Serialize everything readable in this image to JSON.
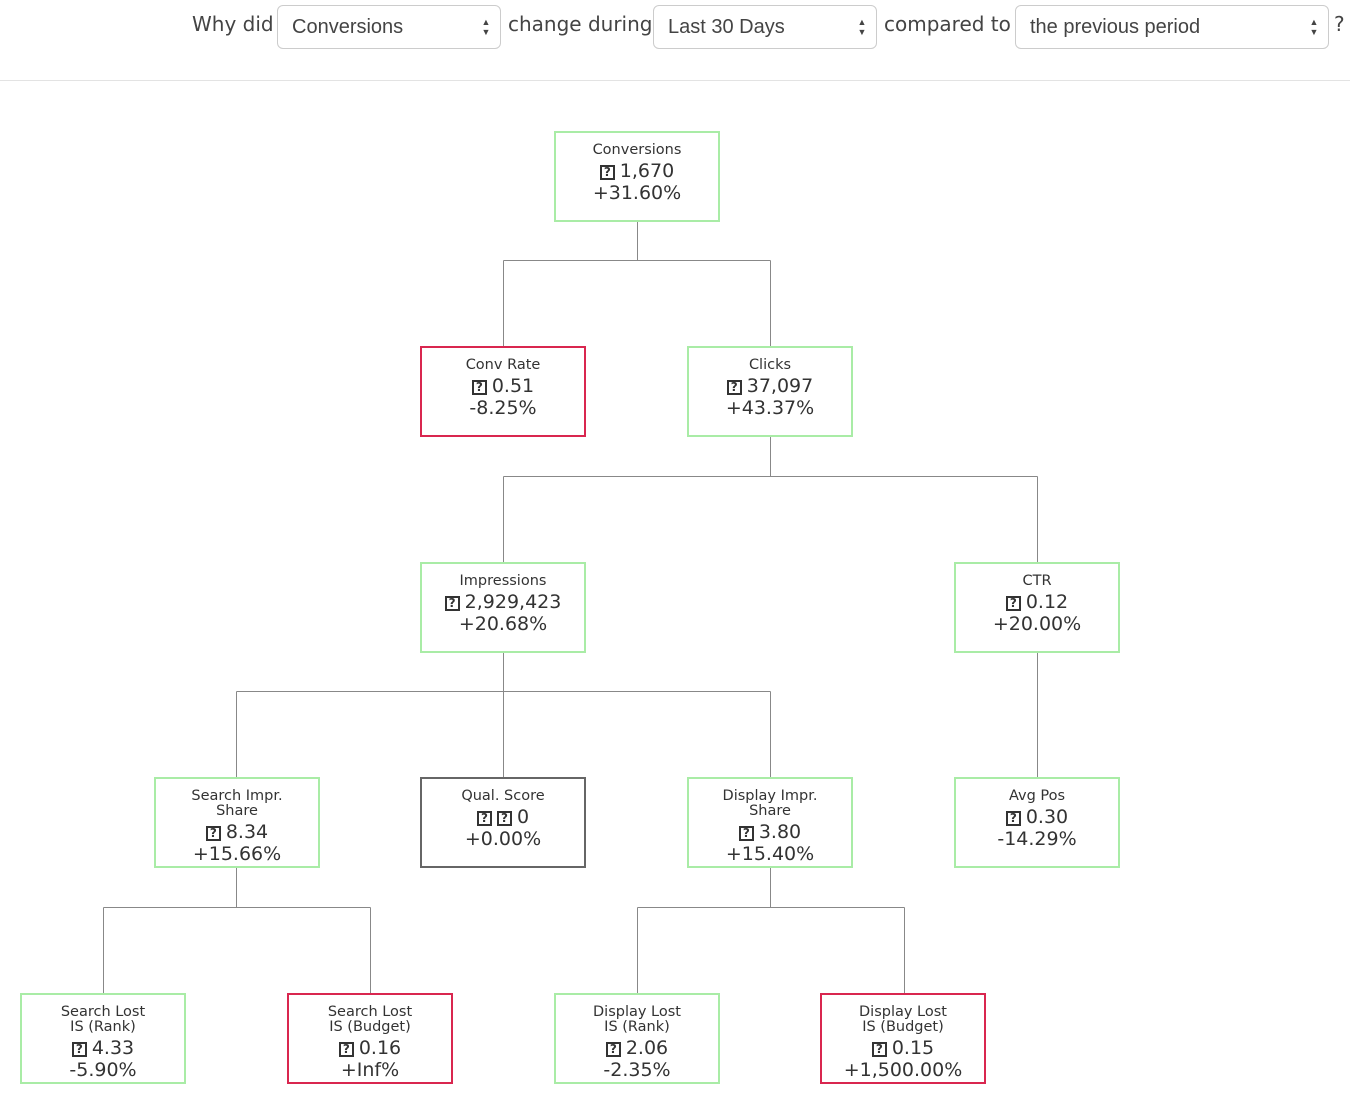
{
  "question": {
    "why_did": "Why did",
    "metric": "Conversions",
    "change_during": "change during",
    "range": "Last 30 Days",
    "compared_to": "compared to",
    "comparison": "the previous period",
    "question_mark": "?"
  },
  "icons": {
    "select_arrows": "up-down-arrows-icon",
    "info": "question-mark-box-icon",
    "info_glyph": "?"
  },
  "colors": {
    "positive_border": "#a9eca6",
    "negative_border": "#d9264f",
    "neutral_border": "#666666",
    "connector": "#888888"
  },
  "tree": {
    "conversions": {
      "label": "Conversions",
      "label2": "",
      "value": "1,670",
      "change": "+31.60%",
      "status": "green"
    },
    "conv_rate": {
      "label": "Conv Rate",
      "label2": "",
      "value": "0.51",
      "change": "-8.25%",
      "status": "red"
    },
    "clicks": {
      "label": "Clicks",
      "label2": "",
      "value": "37,097",
      "change": "+43.37%",
      "status": "green"
    },
    "impressions": {
      "label": "Impressions",
      "label2": "",
      "value": "2,929,423",
      "change": "+20.68%",
      "status": "green"
    },
    "ctr": {
      "label": "CTR",
      "label2": "",
      "value": "0.12",
      "change": "+20.00%",
      "status": "green"
    },
    "search_impr_share": {
      "label": "Search Impr.",
      "label2": "Share",
      "value": "8.34",
      "change": "+15.66%",
      "status": "green"
    },
    "qual_score": {
      "label": "Qual. Score",
      "label2": "",
      "value": "0",
      "change": "+0.00%",
      "status": "gray"
    },
    "display_impr_share": {
      "label": "Display Impr.",
      "label2": "Share",
      "value": "3.80",
      "change": "+15.40%",
      "status": "green"
    },
    "avg_pos": {
      "label": "Avg Pos",
      "label2": "",
      "value": "0.30",
      "change": "-14.29%",
      "status": "green"
    },
    "search_lost_rank": {
      "label": "Search Lost",
      "label2": "IS (Rank)",
      "value": "4.33",
      "change": "-5.90%",
      "status": "green"
    },
    "search_lost_budget": {
      "label": "Search Lost",
      "label2": "IS (Budget)",
      "value": "0.16",
      "change": "+Inf%",
      "status": "red"
    },
    "display_lost_rank": {
      "label": "Display Lost",
      "label2": "IS (Rank)",
      "value": "2.06",
      "change": "-2.35%",
      "status": "green"
    },
    "display_lost_budget": {
      "label": "Display Lost",
      "label2": "IS (Budget)",
      "value": "0.15",
      "change": "+1,500.00%",
      "status": "red"
    }
  }
}
